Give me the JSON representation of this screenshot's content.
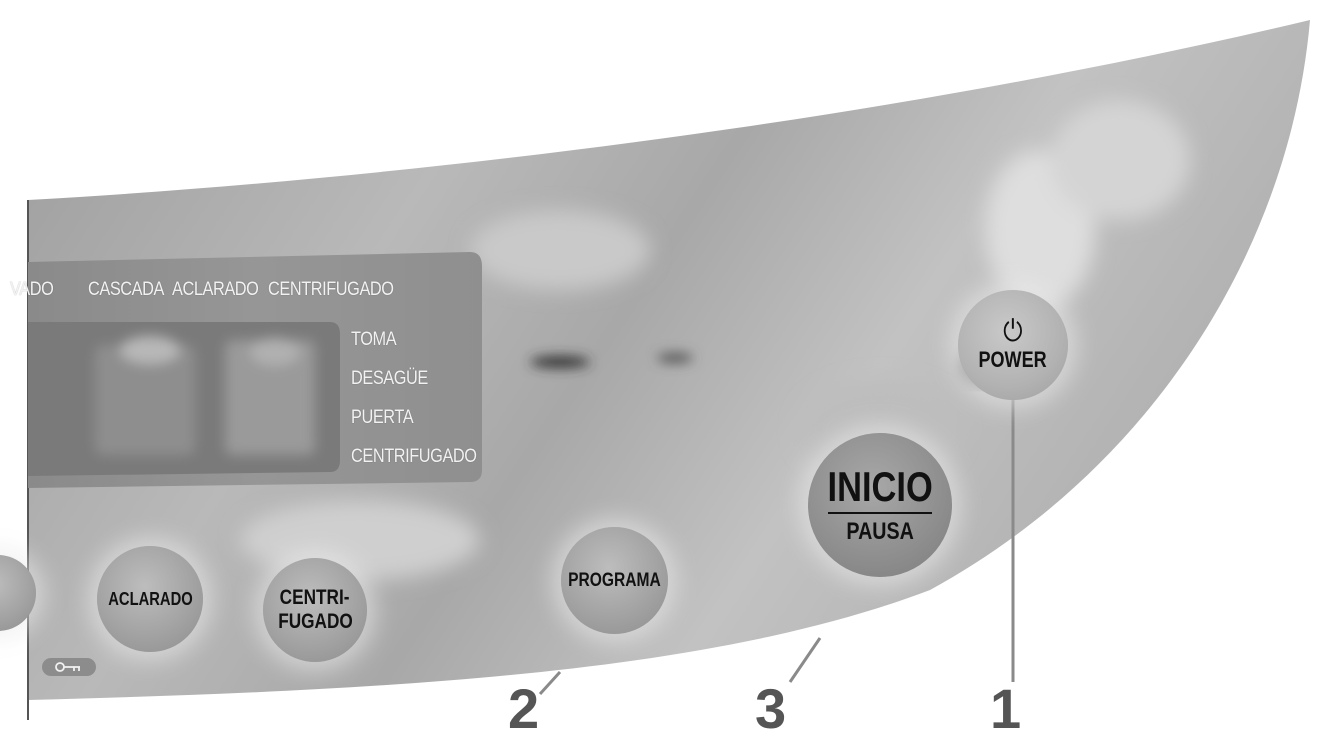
{
  "display": {
    "cycle_labels": [
      "VADO",
      "CASCADA",
      "ACLARADO",
      "CENTRIFUGADO"
    ],
    "status_labels": [
      "TOMA",
      "DESAGÜE",
      "PUERTA",
      "CENTRIFUGADO"
    ]
  },
  "buttons": {
    "aclarado": "ACLARADO",
    "centrifugado_line1": "CENTRI-",
    "centrifugado_line2": "FUGADO",
    "programa": "PROGRAMA",
    "inicio": "INICIO",
    "pausa": "PAUSA",
    "power_symbol": "⏻",
    "power": "POWER"
  },
  "callouts": [
    "2",
    "3",
    "1"
  ],
  "icons": {
    "child_lock": "key-icon",
    "power": "power-icon"
  }
}
